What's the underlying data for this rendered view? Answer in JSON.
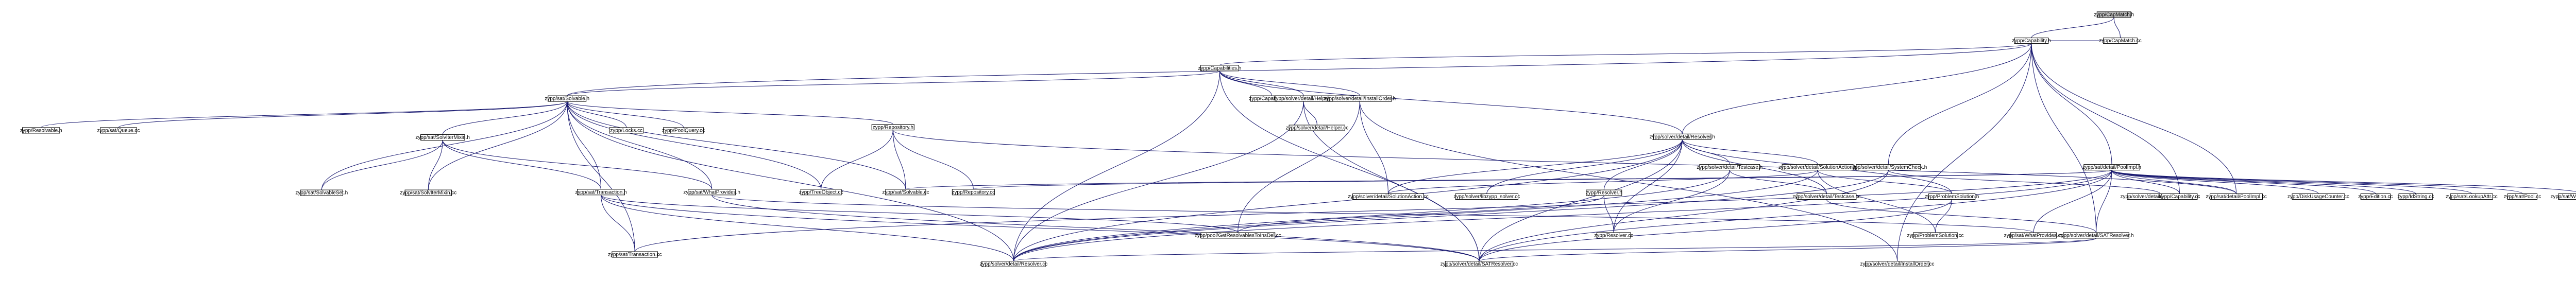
{
  "nodes": [
    {
      "id": "capmatch_h",
      "label": "zypp/CapMatch.h",
      "root": true
    },
    {
      "id": "capability_h",
      "label": "zypp/Capability.h"
    },
    {
      "id": "capmatch_cc",
      "label": "zypp/CapMatch.cc"
    },
    {
      "id": "capabilities_h",
      "label": "zypp/Capabilities.h"
    },
    {
      "id": "resolver_detail_h",
      "label": "zypp/solver/detail/Resolver.h"
    },
    {
      "id": "systemcheck_h",
      "label": "zypp/solver/detail/SystemCheck.h"
    },
    {
      "id": "poolimpl_h",
      "label": "zypp/sat/detail/PoolImpl.h"
    },
    {
      "id": "solvable_h",
      "label": "zypp/sat/Solvable.h"
    },
    {
      "id": "capabilities_cc",
      "label": "zypp/Capabilities.cc"
    },
    {
      "id": "helper_h",
      "label": "zypp/solver/detail/Helper.h",
      "red": true
    },
    {
      "id": "installorder_h",
      "label": "zypp/solver/detail/InstallOrder.h"
    },
    {
      "id": "testcase_h",
      "label": "zypp/solver/detail/Testcase.h",
      "red": true
    },
    {
      "id": "solutionaction_h",
      "label": "zypp/solver/detail/SolutionAction.h"
    },
    {
      "id": "resolvable_h",
      "label": "zypp/Resolvable.h",
      "red": true
    },
    {
      "id": "queue_cc",
      "label": "zypp/sat/Queue.cc"
    },
    {
      "id": "solvitermixin_h",
      "label": "zypp/sat/SolvIterMixin.h",
      "red": true
    },
    {
      "id": "locks_cc",
      "label": "zypp/Locks.cc"
    },
    {
      "id": "poolquery_cc",
      "label": "zypp/PoolQuery.cc"
    },
    {
      "id": "repository_h",
      "label": "zypp/Repository.h",
      "red": true
    },
    {
      "id": "helper_cc",
      "label": "zypp/solver/detail/Helper.cc"
    },
    {
      "id": "solvableset_h",
      "label": "zypp/sat/SolvableSet.h",
      "red": true
    },
    {
      "id": "solvitermixin_cc",
      "label": "zypp/sat/SolvIterMixin.cc"
    },
    {
      "id": "transaction_h",
      "label": "zypp/sat/Transaction.h",
      "red": true
    },
    {
      "id": "whatprovides_h",
      "label": "zypp/sat/WhatProvides.h",
      "red": true
    },
    {
      "id": "treeobject_cc",
      "label": "zypp/TreeObject.cc"
    },
    {
      "id": "solvable_cc",
      "label": "zypp/sat/Solvable.cc"
    },
    {
      "id": "repository_cc",
      "label": "zypp/Repository.cc"
    },
    {
      "id": "solutionaction_cc",
      "label": "zypp/solver/detail/SolutionAction.cc"
    },
    {
      "id": "libzypp_solver_cc",
      "label": "zypp/solver/libzypp_solver.cc"
    },
    {
      "id": "resolver_h",
      "label": "zypp/Resolver.h",
      "red": true
    },
    {
      "id": "testcase_cc",
      "label": "zypp/solver/detail/Testcase.cc"
    },
    {
      "id": "problemsolution_h",
      "label": "zypp/ProblemSolution.h",
      "red": true
    },
    {
      "id": "systemcheck_cc",
      "label": "zypp/solver/detail/SystemCheck.cc"
    },
    {
      "id": "capability_cc",
      "label": "zypp/Capability.cc"
    },
    {
      "id": "poolimpl_cc",
      "label": "zypp/sat/detail/PoolImpl.cc"
    },
    {
      "id": "disklinkagecounter_cc",
      "label": "zypp/DiskUsageCounter.cc"
    },
    {
      "id": "edition_cc",
      "label": "zypp/Edition.cc"
    },
    {
      "id": "idstring_cc",
      "label": "zypp/IdString.cc"
    },
    {
      "id": "lookupattr_cc",
      "label": "zypp/sat/LookupAttr.cc"
    },
    {
      "id": "pool_cc",
      "label": "zypp/sat/Pool.cc"
    },
    {
      "id": "whatobsoletes_cc",
      "label": "zypp/sat/WhatObsoletes.cc"
    },
    {
      "id": "transaction_cc",
      "label": "zypp/sat/Transaction.cc"
    },
    {
      "id": "getresolvables_cc",
      "label": "zypp/pool/GetResolvablesToInsDel.cc"
    },
    {
      "id": "resolver_cc",
      "label": "zypp/Resolver.cc"
    },
    {
      "id": "problemsolution_cc",
      "label": "zypp/ProblemSolution.cc"
    },
    {
      "id": "whatprovides_cc",
      "label": "zypp/sat/WhatProvides.cc"
    },
    {
      "id": "satresolver_h",
      "label": "zypp/solver/detail/SATResolver.h"
    },
    {
      "id": "resolver_detail_cc",
      "label": "zypp/solver/detail/Resolver.cc"
    },
    {
      "id": "satresolver_cc",
      "label": "zypp/solver/detail/SATResolver.cc"
    },
    {
      "id": "installorder_cc",
      "label": "zypp/solver/detail/InstallOrder.cc"
    }
  ],
  "edges": [
    [
      "capmatch_h",
      "capability_h"
    ],
    [
      "capmatch_h",
      "capmatch_cc"
    ],
    [
      "capability_h",
      "capmatch_cc"
    ],
    [
      "capability_h",
      "capabilities_h"
    ],
    [
      "capability_h",
      "resolver_detail_h"
    ],
    [
      "capability_h",
      "systemcheck_h"
    ],
    [
      "capability_h",
      "poolimpl_h"
    ],
    [
      "capability_h",
      "solvable_h"
    ],
    [
      "capability_h",
      "capability_cc"
    ],
    [
      "capability_h",
      "poolimpl_cc"
    ],
    [
      "capability_h",
      "satresolver_h"
    ],
    [
      "capability_h",
      "installorder_cc"
    ],
    [
      "capabilities_h",
      "solvable_h"
    ],
    [
      "capabilities_h",
      "capabilities_cc"
    ],
    [
      "capabilities_h",
      "helper_h"
    ],
    [
      "capabilities_h",
      "installorder_h"
    ],
    [
      "capabilities_h",
      "resolver_detail_h"
    ],
    [
      "capabilities_h",
      "resolver_detail_cc"
    ],
    [
      "capabilities_h",
      "satresolver_cc"
    ],
    [
      "solvable_h",
      "resolvable_h"
    ],
    [
      "solvable_h",
      "queue_cc"
    ],
    [
      "solvable_h",
      "solvitermixin_h"
    ],
    [
      "solvable_h",
      "locks_cc"
    ],
    [
      "solvable_h",
      "poolquery_cc"
    ],
    [
      "solvable_h",
      "repository_h"
    ],
    [
      "solvable_h",
      "solvableset_h"
    ],
    [
      "solvable_h",
      "solvitermixin_cc"
    ],
    [
      "solvable_h",
      "transaction_h"
    ],
    [
      "solvable_h",
      "whatprovides_h"
    ],
    [
      "solvable_h",
      "treeobject_cc"
    ],
    [
      "solvable_h",
      "solvable_cc"
    ],
    [
      "solvable_h",
      "transaction_cc"
    ],
    [
      "solvable_h",
      "resolver_detail_cc"
    ],
    [
      "solvitermixin_h",
      "solvableset_h"
    ],
    [
      "solvitermixin_h",
      "solvitermixin_cc"
    ],
    [
      "solvitermixin_h",
      "transaction_h"
    ],
    [
      "solvitermixin_h",
      "whatprovides_h"
    ],
    [
      "repository_h",
      "treeobject_cc"
    ],
    [
      "repository_h",
      "solvable_cc"
    ],
    [
      "repository_h",
      "repository_cc"
    ],
    [
      "repository_h",
      "poolimpl_cc"
    ],
    [
      "transaction_h",
      "transaction_cc"
    ],
    [
      "transaction_h",
      "getresolvables_cc"
    ],
    [
      "transaction_h",
      "resolver_detail_cc"
    ],
    [
      "transaction_h",
      "satresolver_cc"
    ],
    [
      "whatprovides_h",
      "whatprovides_cc"
    ],
    [
      "whatprovides_h",
      "satresolver_cc"
    ],
    [
      "helper_h",
      "helper_cc"
    ],
    [
      "helper_h",
      "resolver_detail_cc"
    ],
    [
      "helper_h",
      "satresolver_cc"
    ],
    [
      "installorder_h",
      "solutionaction_cc"
    ],
    [
      "installorder_h",
      "installorder_cc"
    ],
    [
      "installorder_h",
      "getresolvables_cc"
    ],
    [
      "resolver_detail_h",
      "testcase_h"
    ],
    [
      "resolver_detail_h",
      "solutionaction_h"
    ],
    [
      "resolver_detail_h",
      "solutionaction_cc"
    ],
    [
      "resolver_detail_h",
      "libzypp_solver_cc"
    ],
    [
      "resolver_detail_h",
      "resolver_h"
    ],
    [
      "resolver_detail_h",
      "testcase_cc"
    ],
    [
      "resolver_detail_h",
      "problemsolution_h"
    ],
    [
      "resolver_detail_h",
      "resolver_cc"
    ],
    [
      "resolver_detail_h",
      "resolver_detail_cc"
    ],
    [
      "resolver_detail_h",
      "satresolver_cc"
    ],
    [
      "testcase_h",
      "testcase_cc"
    ],
    [
      "testcase_h",
      "resolver_cc"
    ],
    [
      "testcase_h",
      "resolver_detail_cc"
    ],
    [
      "solutionaction_h",
      "solutionaction_cc"
    ],
    [
      "solutionaction_h",
      "problemsolution_h"
    ],
    [
      "solutionaction_h",
      "problemsolution_cc"
    ],
    [
      "solutionaction_h",
      "resolver_detail_cc"
    ],
    [
      "resolver_h",
      "resolver_cc"
    ],
    [
      "resolver_h",
      "getresolvables_cc"
    ],
    [
      "problemsolution_h",
      "problemsolution_cc"
    ],
    [
      "problemsolution_h",
      "satresolver_cc"
    ],
    [
      "systemcheck_h",
      "systemcheck_cc"
    ],
    [
      "systemcheck_h",
      "resolver_detail_cc"
    ],
    [
      "systemcheck_h",
      "satresolver_cc"
    ],
    [
      "poolimpl_h",
      "capability_cc"
    ],
    [
      "poolimpl_h",
      "poolimpl_cc"
    ],
    [
      "poolimpl_h",
      "disklinkagecounter_cc"
    ],
    [
      "poolimpl_h",
      "edition_cc"
    ],
    [
      "poolimpl_h",
      "idstring_cc"
    ],
    [
      "poolimpl_h",
      "lookupattr_cc"
    ],
    [
      "poolimpl_h",
      "pool_cc"
    ],
    [
      "poolimpl_h",
      "whatobsoletes_cc"
    ],
    [
      "poolimpl_h",
      "solvable_cc"
    ],
    [
      "poolimpl_h",
      "repository_cc"
    ],
    [
      "poolimpl_h",
      "transaction_cc"
    ],
    [
      "poolimpl_h",
      "whatprovides_cc"
    ],
    [
      "poolimpl_h",
      "satresolver_h"
    ],
    [
      "poolimpl_h",
      "resolver_detail_cc"
    ],
    [
      "poolimpl_h",
      "satresolver_cc"
    ],
    [
      "satresolver_h",
      "resolver_detail_cc"
    ],
    [
      "satresolver_h",
      "satresolver_cc"
    ],
    [
      "satresolver_h",
      "testcase_cc"
    ]
  ]
}
